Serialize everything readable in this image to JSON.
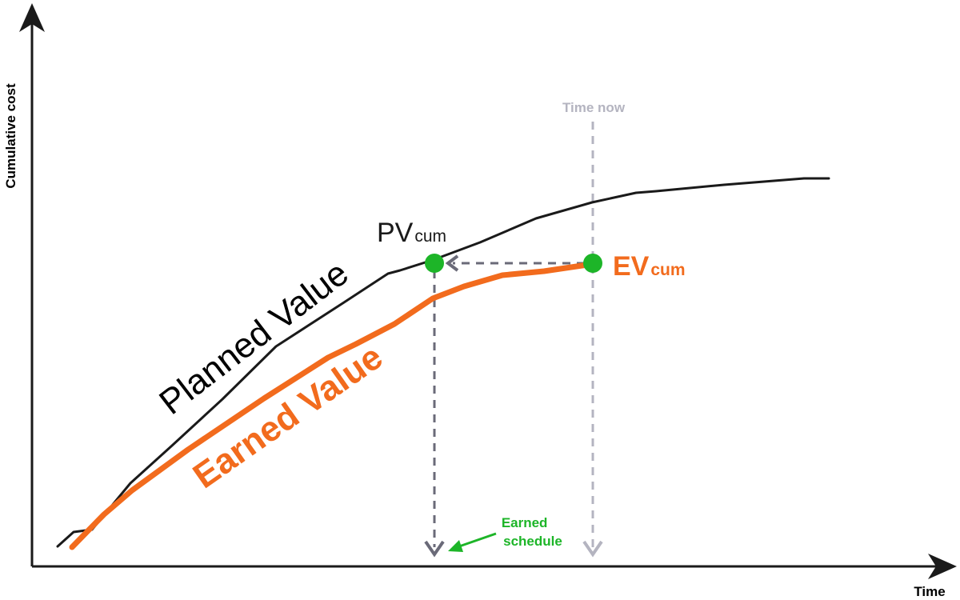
{
  "axes": {
    "y_label": "Cumulative cost",
    "x_label": "Time"
  },
  "curves": {
    "planned_value_label": "Planned Value",
    "earned_value_label": "Earned Value"
  },
  "markers": {
    "pv_main": "PV",
    "pv_sub": "cum",
    "ev_main": "EV",
    "ev_sub": "cum"
  },
  "annotations": {
    "time_now": "Time now",
    "earned_schedule_line1": "Earned",
    "earned_schedule_line2": "schedule"
  },
  "colors": {
    "planned_value": "#1a1a1a",
    "earned_value": "#f26b1d",
    "marker": "#1db528",
    "time_now_line": "#b4b4c0",
    "earned_schedule_line": "#6a6a78",
    "earned_schedule_text": "#1db528",
    "axis": "#1a1a1a"
  }
}
